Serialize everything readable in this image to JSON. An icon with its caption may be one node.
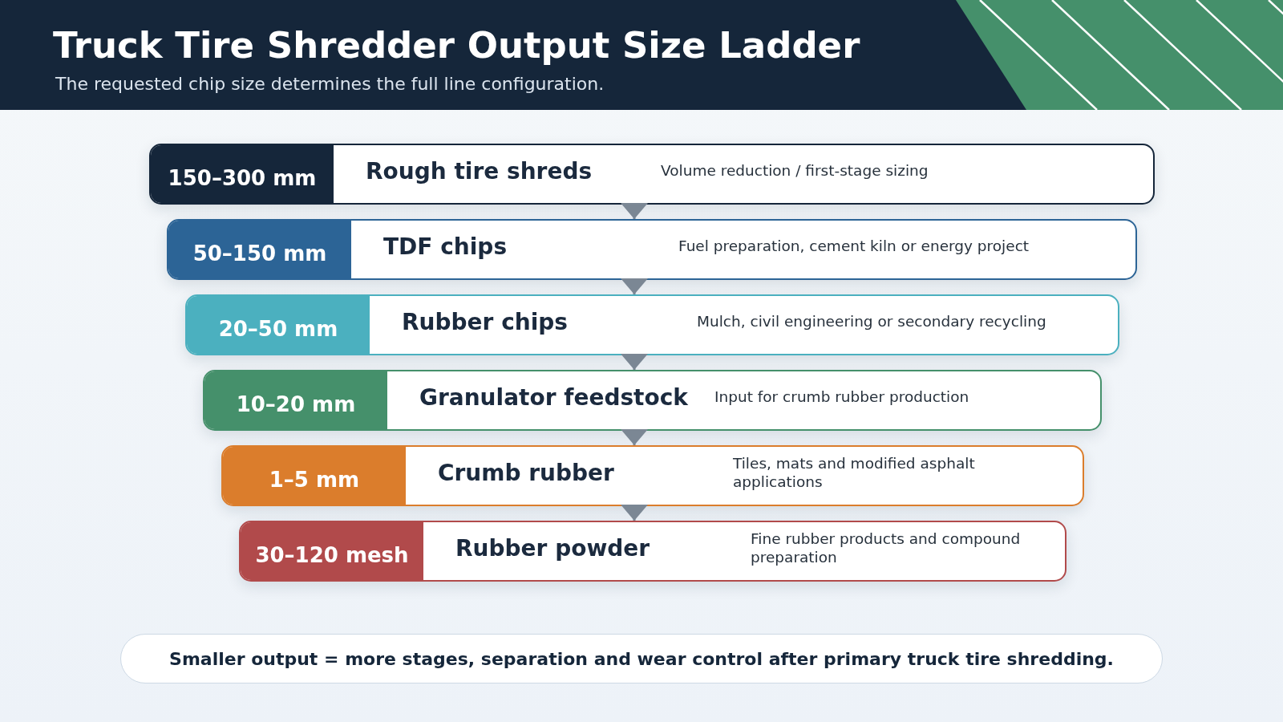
{
  "diagram": {
    "title": "Truck Tire Shredder Output Size Ladder",
    "nodes": [
      {
        "text": [
          "150–300 mm",
          "Rough tire shreds",
          "Volume reduction / first-stage sizing"
        ]
      },
      {
        "text": [
          "50–150 mm",
          "TDF chips",
          "Fuel preparation, cement kiln or energy project"
        ]
      },
      {
        "text": [
          "20–50 mm",
          "Rubber chips",
          "Mulch, civil engineering or secondary recycling"
        ]
      },
      {
        "text": [
          "10–20 mm",
          "Granulator feedstock",
          "Input for crumb rubber production"
        ]
      },
      {
        "text": [
          "1–5 mm",
          "Crumb rubber",
          "Tiles, mats and modified asphalt applications"
        ]
      },
      {
        "text": [
          "30–120 mesh",
          "Rubber powder",
          "Fine rubber products and compound preparation"
        ]
      },
      {
        "text": [
          "Smaller output = more stages, separation and wear control after primary truck tire shredding."
        ]
      }
    ],
    "edges": [
      {
        "from": 0,
        "to": 1,
        "arrow": "to"
      },
      {
        "from": 1,
        "to": 2,
        "arrow": "to"
      },
      {
        "from": 2,
        "to": 3,
        "arrow": "to"
      },
      {
        "from": 3,
        "to": 4,
        "arrow": "to"
      },
      {
        "from": 4,
        "to": 5,
        "arrow": "to"
      }
    ],
    "labels": [
      "The requested chip size determines the full line configuration."
    ]
  }
}
